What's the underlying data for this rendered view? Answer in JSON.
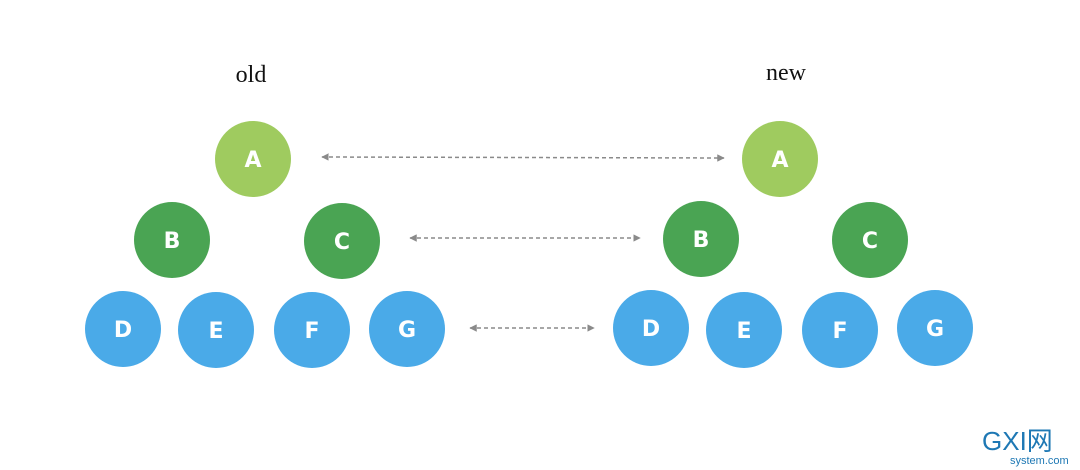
{
  "colors": {
    "root": "#9fcb5f",
    "middle": "#4aa453",
    "leaf": "#4aaae8",
    "arrow": "#8a8a8a",
    "watermark": "#1e78b4"
  },
  "trees": {
    "old": {
      "title": "old",
      "root": "A",
      "level2": [
        "B",
        "C"
      ],
      "level3": [
        "D",
        "E",
        "F",
        "G"
      ]
    },
    "new": {
      "title": "new",
      "root": "A",
      "level2": [
        "B",
        "C"
      ],
      "level3": [
        "D",
        "E",
        "F",
        "G"
      ]
    }
  },
  "comparisons": [
    {
      "level": 1,
      "style": "dashed double-arrow"
    },
    {
      "level": 2,
      "style": "dashed double-arrow"
    },
    {
      "level": 3,
      "style": "dashed double-arrow"
    }
  ],
  "watermark": {
    "brand": "GXI网",
    "site": "system.com"
  }
}
